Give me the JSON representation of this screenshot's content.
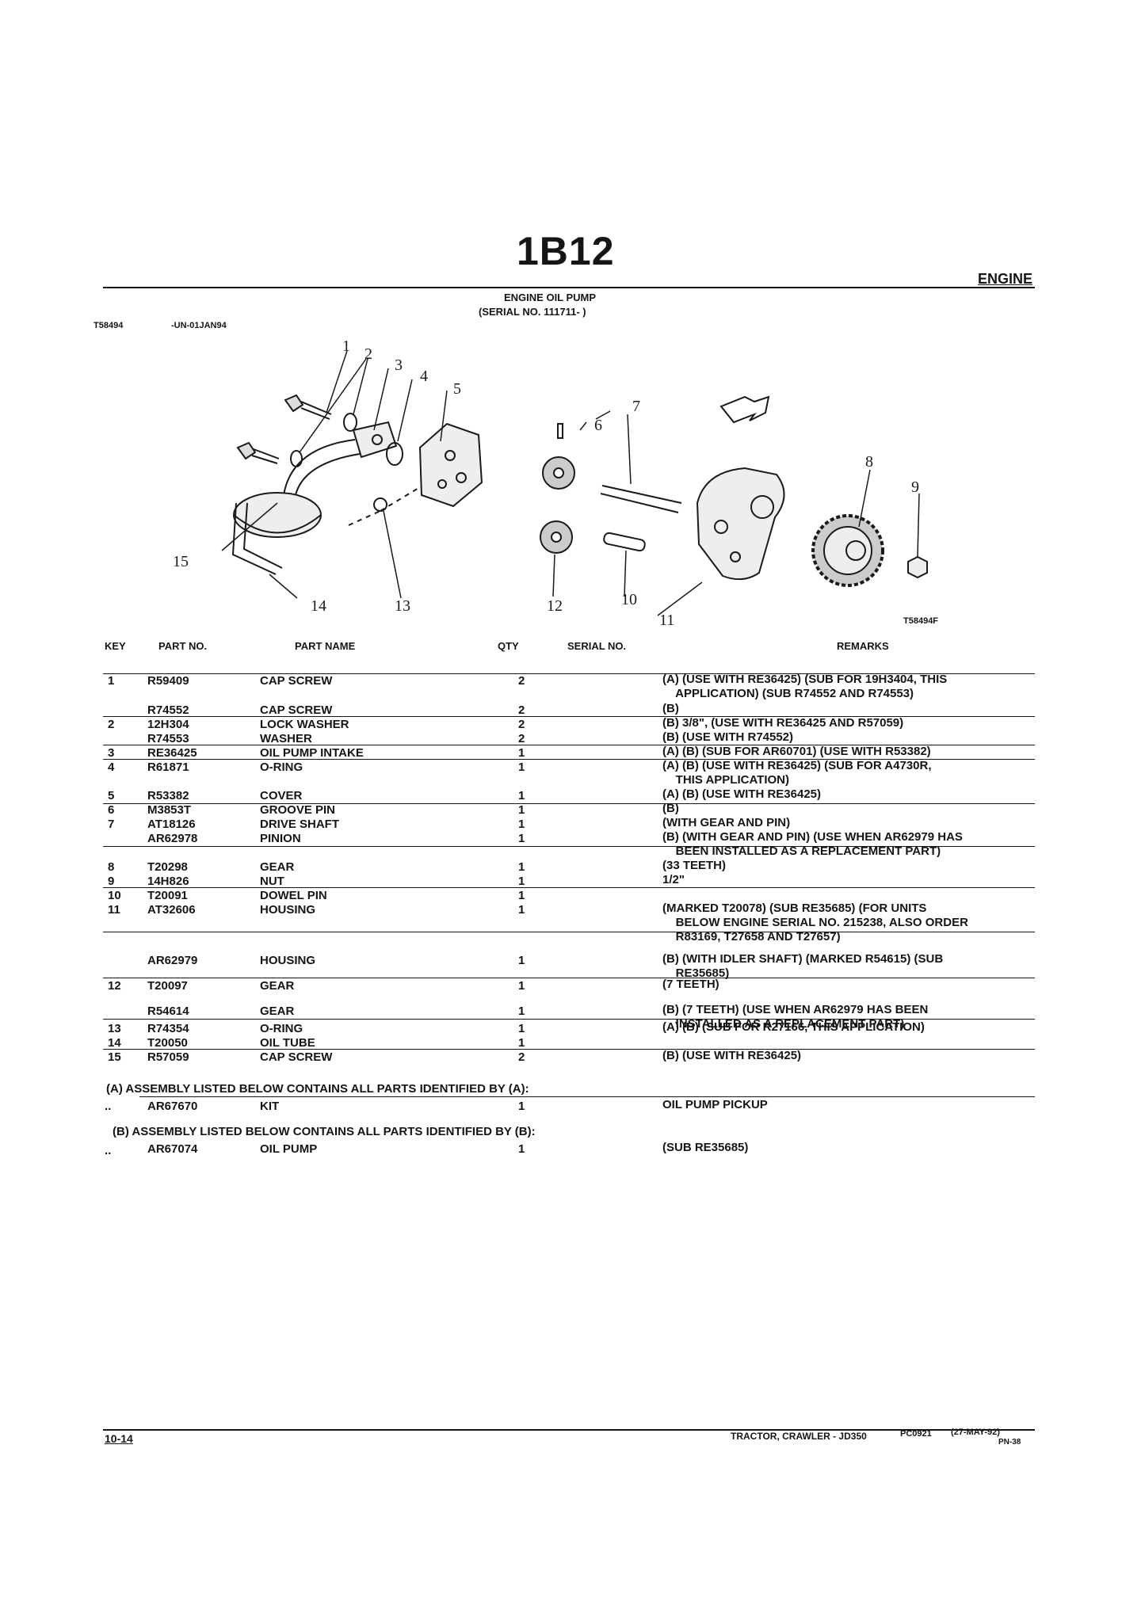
{
  "page_code": "1B12",
  "section": "ENGINE",
  "title": "ENGINE OIL PUMP",
  "serial": "(SERIAL NO. 111711-     )",
  "ref_left": "T58494",
  "ref_date": "-UN-01JAN94",
  "figure_ref": "T58494F",
  "callouts": [
    "1",
    "2",
    "3",
    "4",
    "5",
    "6",
    "7",
    "8",
    "9",
    "10",
    "11",
    "12",
    "13",
    "14",
    "15"
  ],
  "columns": {
    "key": "KEY",
    "part_no": "PART NO.",
    "part_name": "PART NAME",
    "qty": "QTY",
    "serial_no": "SERIAL NO.",
    "remarks": "REMARKS"
  },
  "rows": [
    {
      "key": "1",
      "part": "R59409",
      "name": "CAP SCREW",
      "qty": "2",
      "remarks": "(A) (USE WITH RE36425) (SUB FOR 19H3404, THIS\n    APPLICATION) (SUB R74552 AND R74553)"
    },
    {
      "key": "",
      "part": "R74552",
      "name": "CAP SCREW",
      "qty": "2",
      "remarks": "(B)"
    },
    {
      "key": "2",
      "part": "12H304",
      "name": "LOCK WASHER",
      "qty": "2",
      "remarks": "(B) 3/8\", (USE WITH RE36425 AND R57059)"
    },
    {
      "key": "",
      "part": "R74553",
      "name": "WASHER",
      "qty": "2",
      "remarks": "(B) (USE WITH R74552)"
    },
    {
      "key": "3",
      "part": "RE36425",
      "name": "OIL PUMP INTAKE",
      "qty": "1",
      "remarks": "(A) (B) (SUB FOR AR60701) (USE WITH R53382)"
    },
    {
      "key": "4",
      "part": "R61871",
      "name": "O-RING",
      "qty": "1",
      "remarks": "(A) (B) (USE WITH RE36425) (SUB FOR A4730R,\n    THIS APPLICATION)"
    },
    {
      "key": "5",
      "part": "R53382",
      "name": "COVER",
      "qty": "1",
      "remarks": "(A) (B) (USE WITH RE36425)"
    },
    {
      "key": "6",
      "part": "M3853T",
      "name": "GROOVE PIN",
      "qty": "1",
      "remarks": "(B)"
    },
    {
      "key": "7",
      "part": "AT18126",
      "name": "DRIVE SHAFT",
      "qty": "1",
      "remarks": "(WITH GEAR AND PIN)"
    },
    {
      "key": "",
      "part": "AR62978",
      "name": "PINION",
      "qty": "1",
      "remarks": "(B) (WITH GEAR AND PIN) (USE WHEN AR62979 HAS\n    BEEN INSTALLED AS A REPLACEMENT PART)"
    },
    {
      "key": "8",
      "part": "T20298",
      "name": "GEAR",
      "qty": "1",
      "remarks": "(33 TEETH)"
    },
    {
      "key": "9",
      "part": "14H826",
      "name": "NUT",
      "qty": "1",
      "remarks": "1/2\""
    },
    {
      "key": "10",
      "part": "T20091",
      "name": "DOWEL PIN",
      "qty": "1",
      "remarks": ""
    },
    {
      "key": "11",
      "part": "AT32606",
      "name": "HOUSING",
      "qty": "1",
      "remarks": "(MARKED T20078) (SUB RE35685) (FOR UNITS\n    BELOW ENGINE SERIAL NO. 215238, ALSO ORDER\n    R83169, T27658 AND T27657)"
    },
    {
      "key": "",
      "part": "AR62979",
      "name": "HOUSING",
      "qty": "1",
      "remarks": "(B) (WITH IDLER SHAFT) (MARKED R54615) (SUB\n    RE35685)"
    },
    {
      "key": "12",
      "part": "T20097",
      "name": "GEAR",
      "qty": "1",
      "remarks": "(7 TEETH)"
    },
    {
      "key": "",
      "part": "R54614",
      "name": "GEAR",
      "qty": "1",
      "remarks": "(B) (7 TEETH) (USE WHEN AR62979 HAS BEEN\n    INSTALLED AS A REPLACEMENT PART)"
    },
    {
      "key": "13",
      "part": "R74354",
      "name": "O-RING",
      "qty": "1",
      "remarks": "(A) (B) (SUB FOR R27166, THIS APPLICATION)"
    },
    {
      "key": "14",
      "part": "T20050",
      "name": "OIL TUBE",
      "qty": "1",
      "remarks": ""
    },
    {
      "key": "15",
      "part": "R57059",
      "name": "CAP SCREW",
      "qty": "2",
      "remarks": "(B) (USE WITH RE36425)"
    }
  ],
  "assembly_a": {
    "heading": "(A) ASSEMBLY LISTED BELOW CONTAINS ALL PARTS IDENTIFIED BY (A):",
    "key": "..",
    "part": "AR67670",
    "name": "KIT",
    "qty": "1",
    "remarks": "OIL PUMP PICKUP"
  },
  "assembly_b": {
    "heading": "(B) ASSEMBLY LISTED BELOW CONTAINS ALL PARTS IDENTIFIED BY (B):",
    "key": "..",
    "part": "AR67074",
    "name": "OIL PUMP",
    "qty": "1",
    "remarks": "(SUB RE35685)"
  },
  "footer": {
    "page": "10-14",
    "title": "TRACTOR, CRAWLER - JD350",
    "code": "PC0921",
    "date": "(27-MAY-92)",
    "pn": "PN-38"
  }
}
